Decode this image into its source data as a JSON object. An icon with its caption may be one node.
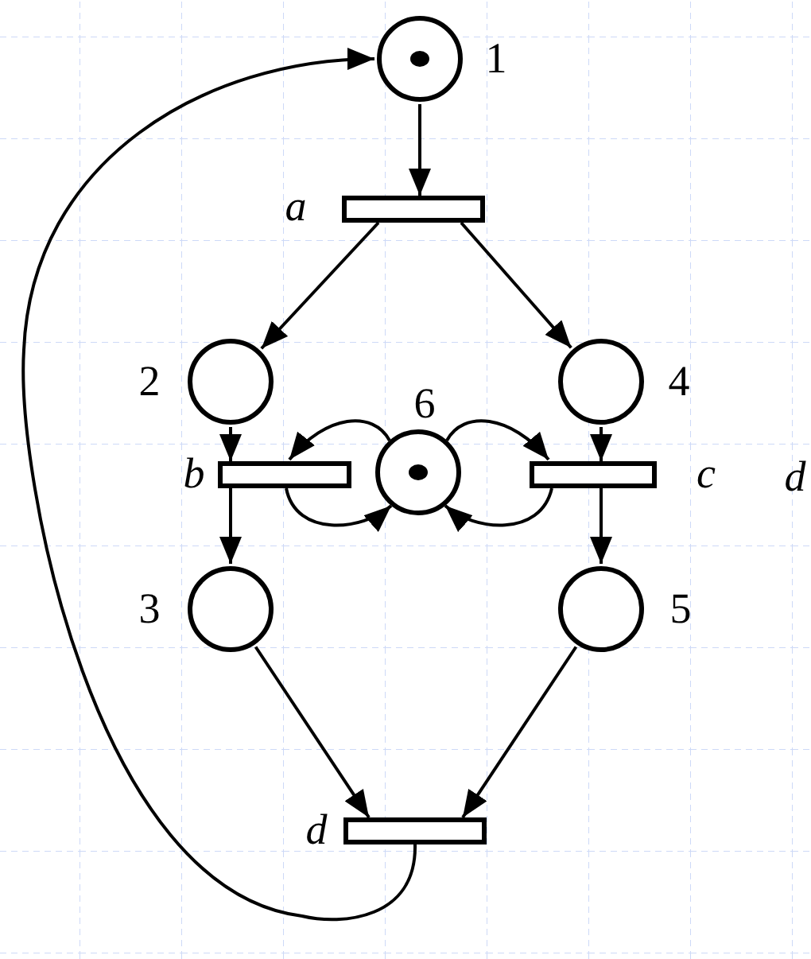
{
  "diagram": {
    "nodes": [
      {
        "text": [],
        "shape": "circle",
        "beside": [
          "1"
        ]
      },
      {
        "text": [],
        "shape": "bar",
        "beside": [
          "a"
        ]
      },
      {
        "text": [],
        "shape": "circle",
        "beside": [
          "2"
        ]
      },
      {
        "text": [],
        "shape": "circle",
        "beside": [
          "4"
        ]
      },
      {
        "text": [],
        "shape": "bar",
        "beside": [
          "b"
        ]
      },
      {
        "text": [],
        "shape": "circle",
        "beside": [
          "6"
        ]
      },
      {
        "text": [],
        "shape": "bar",
        "beside": [
          "c"
        ]
      },
      {
        "text": [],
        "shape": "circle",
        "beside": [
          "3"
        ]
      },
      {
        "text": [],
        "shape": "circle",
        "beside": [
          "5"
        ]
      },
      {
        "text": [],
        "shape": "bar",
        "beside": [
          "d"
        ]
      }
    ],
    "edges": [
      {
        "from": 0,
        "to": 1,
        "arrow": "to"
      },
      {
        "from": 1,
        "to": 2,
        "arrow": "to"
      },
      {
        "from": 1,
        "to": 3,
        "arrow": "to"
      },
      {
        "from": 2,
        "to": 4,
        "arrow": "to"
      },
      {
        "from": 3,
        "to": 6,
        "arrow": "to"
      },
      {
        "from": 5,
        "to": 4,
        "arrow": "to"
      },
      {
        "from": 4,
        "to": 5,
        "arrow": "to"
      },
      {
        "from": 5,
        "to": 6,
        "arrow": "to"
      },
      {
        "from": 6,
        "to": 5,
        "arrow": "to"
      },
      {
        "from": 4,
        "to": 7,
        "arrow": "to"
      },
      {
        "from": 6,
        "to": 8,
        "arrow": "to"
      },
      {
        "from": 7,
        "to": 9,
        "arrow": "to"
      },
      {
        "from": 8,
        "to": 9,
        "arrow": "to"
      },
      {
        "from": 9,
        "to": 0,
        "arrow": "to"
      }
    ],
    "labels": [
      "d"
    ]
  }
}
